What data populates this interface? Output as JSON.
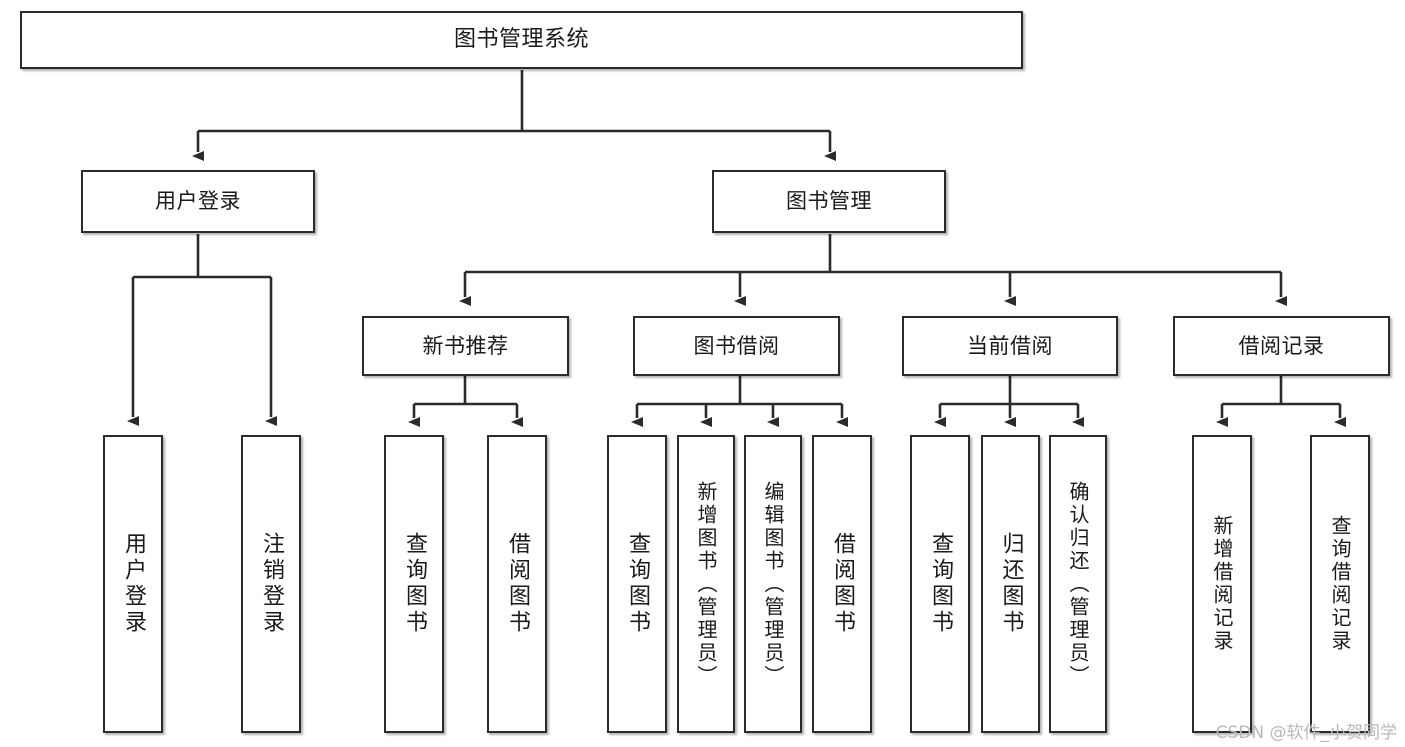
{
  "diagram": {
    "type": "tree",
    "title": "图书管理系统",
    "root": {
      "id": "root",
      "label": "图书管理系统"
    },
    "level2": [
      {
        "id": "user-login",
        "label": "用户登录"
      },
      {
        "id": "book-manage",
        "label": "图书管理"
      }
    ],
    "level3": [
      {
        "id": "new-book-rec",
        "label": "新书推荐",
        "parent": "book-manage"
      },
      {
        "id": "book-borrow",
        "label": "图书借阅",
        "parent": "book-manage"
      },
      {
        "id": "current-borrow",
        "label": "当前借阅",
        "parent": "book-manage"
      },
      {
        "id": "borrow-record",
        "label": "借阅记录",
        "parent": "book-manage"
      }
    ],
    "leaves": [
      {
        "id": "leaf-user-login",
        "label": "用户登录",
        "parent": "user-login"
      },
      {
        "id": "leaf-logout",
        "label": "注销登录",
        "parent": "user-login"
      },
      {
        "id": "leaf-query-book-1",
        "label": "查询图书",
        "parent": "new-book-rec"
      },
      {
        "id": "leaf-borrow-book-1",
        "label": "借阅图书",
        "parent": "new-book-rec"
      },
      {
        "id": "leaf-query-book-2",
        "label": "查询图书",
        "parent": "book-borrow"
      },
      {
        "id": "leaf-add-book",
        "label": "新增图书（管理员）",
        "parent": "book-borrow"
      },
      {
        "id": "leaf-edit-book",
        "label": "编辑图书（管理员）",
        "parent": "book-borrow"
      },
      {
        "id": "leaf-borrow-book-2",
        "label": "借阅图书",
        "parent": "book-borrow"
      },
      {
        "id": "leaf-query-book-3",
        "label": "查询图书",
        "parent": "current-borrow"
      },
      {
        "id": "leaf-return-book",
        "label": "归还图书",
        "parent": "current-borrow"
      },
      {
        "id": "leaf-confirm-return",
        "label": "确认归还（管理员）",
        "parent": "current-borrow"
      },
      {
        "id": "leaf-add-record",
        "label": "新增借阅记录",
        "parent": "borrow-record"
      },
      {
        "id": "leaf-query-record",
        "label": "查询借阅记录",
        "parent": "borrow-record"
      }
    ],
    "colors": {
      "box_border": "#2b2b2b",
      "box_fill": "#ffffff",
      "connector": "#2b2b2b",
      "text": "#1a1a1a",
      "watermark": "#b9b9b9",
      "background": "#ffffff"
    }
  },
  "watermark": {
    "text": "CSDN @软件_小贺同学"
  }
}
